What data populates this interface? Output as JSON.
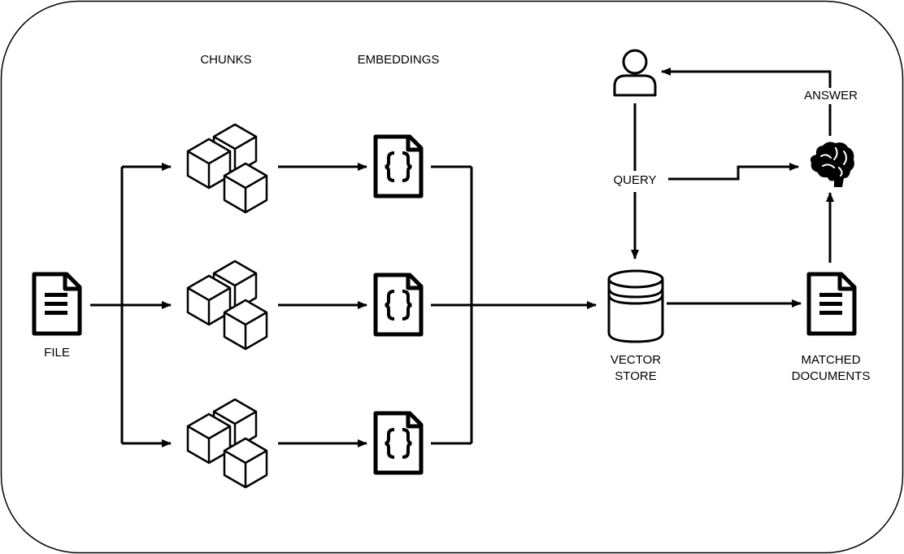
{
  "labels": {
    "chunks": "CHUNKS",
    "embeddings": "EMBEDDINGS",
    "file": "FILE",
    "vector_store_line1": "VECTOR",
    "vector_store_line2": "STORE",
    "matched_line1": "MATCHED",
    "matched_line2": "DOCUMENTS",
    "query": "QUERY",
    "answer": "ANSWER"
  },
  "icons": {
    "file": "document-icon",
    "chunks": "cubes-icon",
    "embeddings": "json-file-icon",
    "vector_store": "database-icon",
    "matched_documents": "document-icon",
    "user": "user-icon",
    "llm": "brain-icon"
  },
  "colors": {
    "stroke": "#000000",
    "background": "#ffffff"
  }
}
